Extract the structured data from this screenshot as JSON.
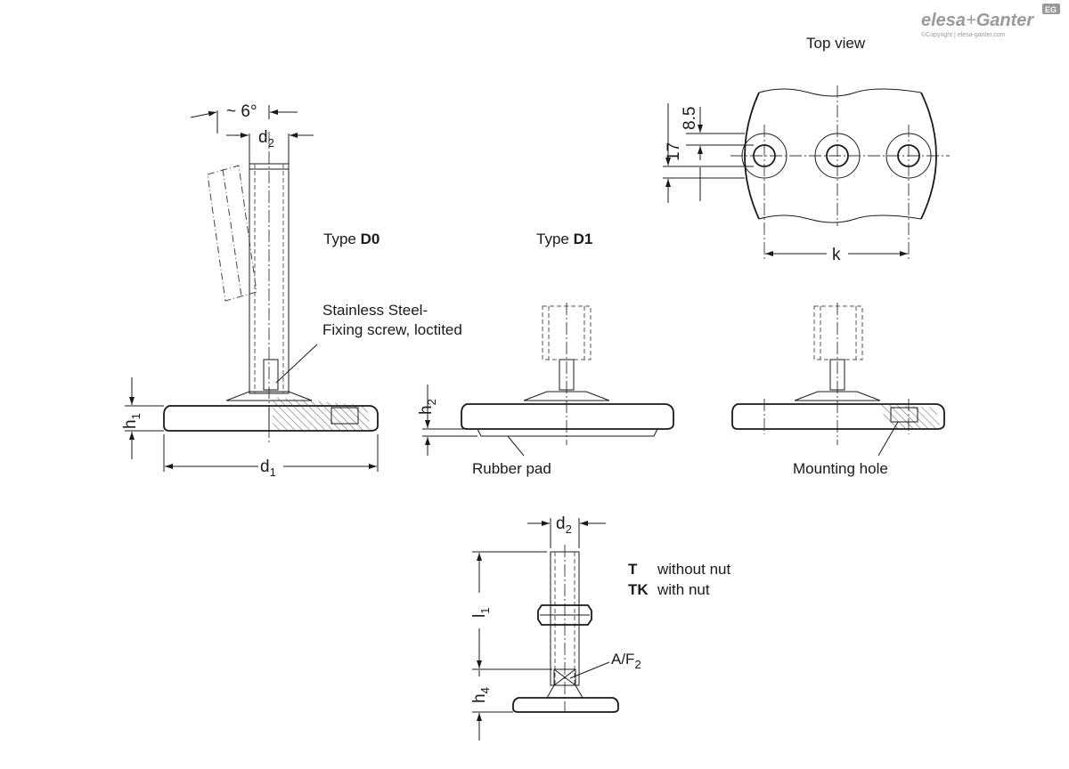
{
  "brand": {
    "logo_part1": "elesa",
    "logo_plus": "+",
    "logo_part2": "Ganter",
    "badge": "EG",
    "copyright": "©Copyright | elesa-ganter.com"
  },
  "views": {
    "top_view": "Top view",
    "type_d0_prefix": "Type ",
    "type_d0_code": "D0",
    "type_d1_prefix": "Type ",
    "type_d1_code": "D1"
  },
  "callouts": {
    "fixing_screw_line1": "Stainless Steel-",
    "fixing_screw_line2": "Fixing screw, loctited",
    "rubber_pad": "Rubber pad",
    "mounting_hole": "Mounting hole",
    "af": "A/F",
    "af_sub": "2"
  },
  "dimensions": {
    "angle": "~ 6°",
    "d2": "d",
    "d2_sub": "2",
    "h1": "h",
    "h1_sub": "1",
    "d1": "d",
    "d1_sub": "1",
    "h2": "h",
    "h2_sub": "2",
    "k": "k",
    "v85": "8.5",
    "v17": "17",
    "l1": "l",
    "l1_sub": "1",
    "h4": "h",
    "h4_sub": "4",
    "d2b": "d",
    "d2b_sub": "2"
  },
  "legend": {
    "t_code": "T",
    "t_desc": "without nut",
    "tk_code": "TK",
    "tk_desc": "with nut"
  }
}
